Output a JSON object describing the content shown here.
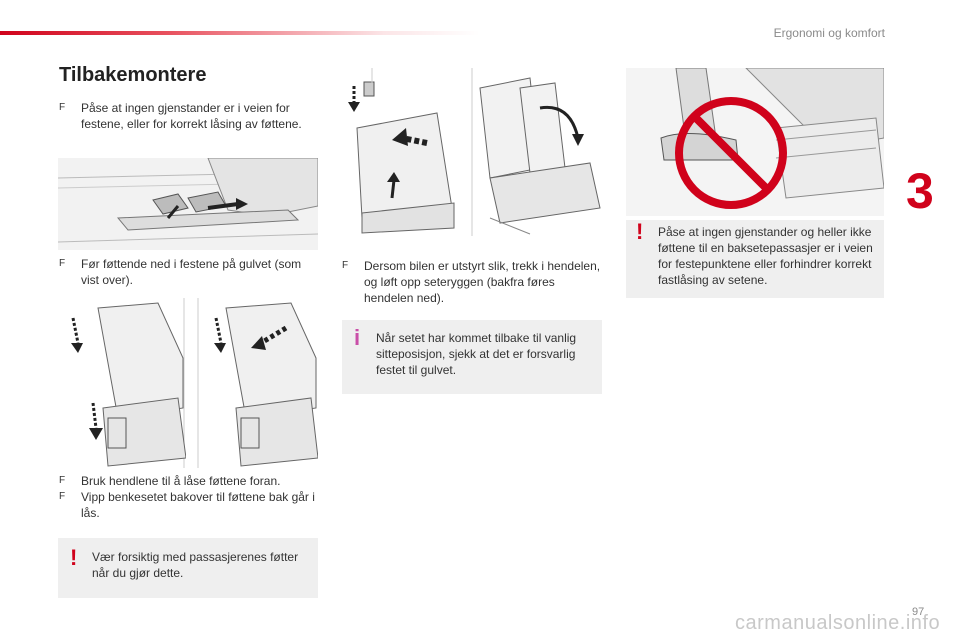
{
  "header": {
    "chapter_title": "Ergonomi og komfort",
    "chapter_number": "3"
  },
  "page_number": "97",
  "section": {
    "title": "Tilbakemontere"
  },
  "column1": {
    "bullet1": "Påse at ingen gjenstander er i veien for festene, eller for korrekt låsing av føttene.",
    "bullet2": "Før føttende ned i festene på gulvet (som vist over).",
    "bullet3": "Bruk hendlene til å låse føttene foran.",
    "bullet4": "Vipp benkesetet bakover til føttene bak går i lås.",
    "warning": "Vær forsiktig med passasjerenes føtter når du gjør dette."
  },
  "column2": {
    "bullet1": "Dersom bilen er utstyrt slik, trekk i hendelen, og løft opp seteryggen (bakfra føres hendelen ned).",
    "info": "Når setet har kommet tilbake til vanlig sitteposisjon, sjekk at det er forsvarlig festet til gulvet."
  },
  "column3": {
    "warning": "Påse at ingen gjenstander og heller ikke føttene til en baksetepassasjer er i veien for festepunktene eller forhindrer korrekt fastlåsing av setene."
  },
  "icons": {
    "bullet_mark": "F",
    "warning_mark": "!",
    "info_mark": "i"
  },
  "colors": {
    "accent": "#d0021b",
    "info": "#c94fa8",
    "note_bg": "#efefef"
  },
  "watermark": "carmanualsonline.info"
}
